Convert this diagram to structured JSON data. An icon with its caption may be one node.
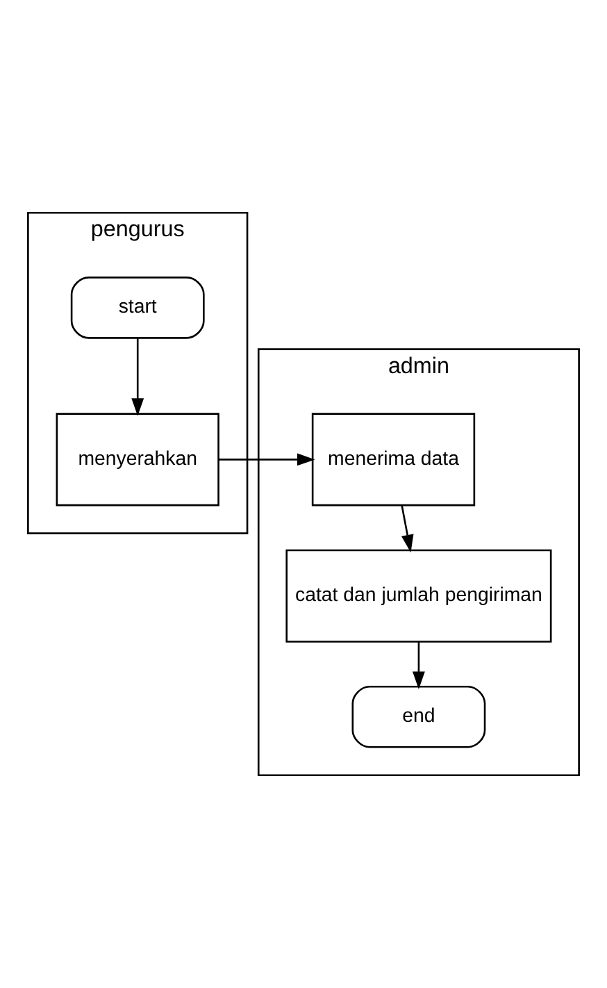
{
  "diagram": {
    "nodes": [
      {
        "text": [
          "pengurus"
        ]
      },
      {
        "text": [
          "admin"
        ]
      },
      {
        "text": [
          "start"
        ],
        "in": 0
      },
      {
        "text": [
          "menyerahkan"
        ],
        "in": 0
      },
      {
        "text": [
          "menerima data"
        ],
        "in": 1
      },
      {
        "text": [
          "catat dan jumlah pengiriman"
        ],
        "in": 1
      },
      {
        "text": [
          "end"
        ],
        "in": 1
      }
    ],
    "edges": [
      {
        "from": 2,
        "to": 3,
        "arrow": "to"
      },
      {
        "from": 3,
        "to": 4,
        "arrow": "to"
      },
      {
        "from": 4,
        "to": 5,
        "arrow": "to"
      },
      {
        "from": 5,
        "to": 6,
        "arrow": "to"
      }
    ]
  }
}
